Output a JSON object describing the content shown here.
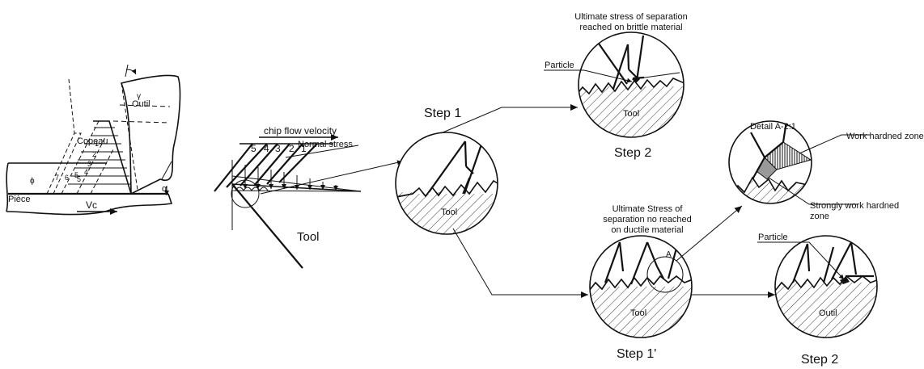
{
  "left_figure": {
    "chip_label": "Copeau",
    "tool_label": "Outil",
    "workpiece_label": "Pièce",
    "velocity_label": "Vc",
    "gamma": "γ",
    "alpha": "α",
    "phi": "ϕ",
    "chip_numbers": [
      "1",
      "2",
      "3",
      "4",
      "5"
    ],
    "base_numbers": [
      "7",
      "6",
      "5"
    ]
  },
  "middle_figure": {
    "chip_flow_label": "chip flow velocity",
    "normal_stress_label": "Normal stress",
    "tool_label": "Tool",
    "segment_numbers": [
      "5",
      "4",
      "3",
      "2",
      "1"
    ]
  },
  "steps": {
    "step1": {
      "title": "Step 1",
      "tool": "Tool"
    },
    "step2_top": {
      "title": "Step 2",
      "tool": "Tool",
      "caption_line1": "Ultimate stress of separation",
      "caption_line2": "reached on brittle material",
      "particle": "Particle"
    },
    "step1_prime": {
      "title": "Step 1'",
      "tool": "Tool",
      "detail_marker": "A",
      "caption_line1": "Ultimate Stress of",
      "caption_line2": "separation no reached",
      "caption_line3": "on ductile material"
    },
    "detail": {
      "title": "Detail A-2:1",
      "work_hardened": "Work hardned zone",
      "strongly_line1": "Strongly work hardned",
      "strongly_line2": "zone"
    },
    "step2_bottom": {
      "title": "Step 2",
      "tool": "Outil",
      "particle": "Particle"
    }
  }
}
